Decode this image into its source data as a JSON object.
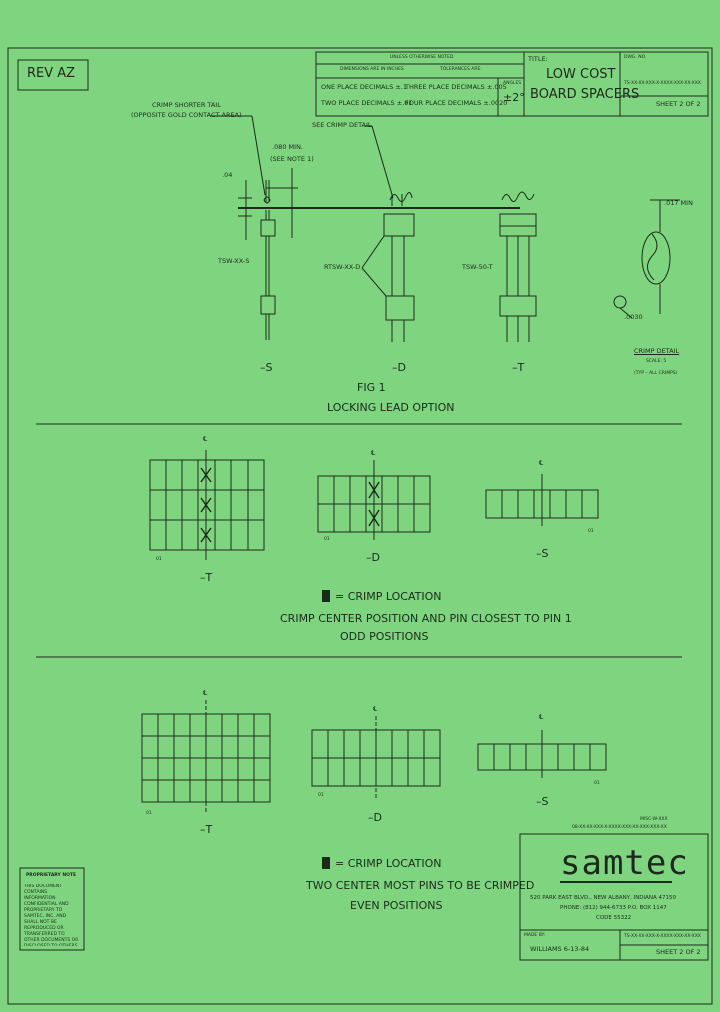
{
  "title_block": {
    "rev": "REV AZ",
    "tolerance_header": "UNLESS OTHERWISE NOTED",
    "dimensions_label": "DIMENSIONS ARE IN INCHES",
    "tolerances_label": "TOLERANCES ARE:",
    "one_place": "ONE PLACE DECIMALS ±.1",
    "two_place": "TWO PLACE DECIMALS ±.01",
    "three_place": "THREE PLACE DECIMALS ±.005",
    "four_place": "FOUR PLACE DECIMALS ±.0020",
    "angles_label": "ANGLES",
    "angles_value": "±2°",
    "title_label": "TITLE:",
    "title_line1": "LOW COST",
    "title_line2": "BOARD SPACERS",
    "dwg_label": "DWG. NO.",
    "dwg_no": "TS-XX-XX-XXX-X-XXXX-XXX-XX-XXX",
    "sheet_top": "SHEET 2 OF 2"
  },
  "fig1": {
    "crimp_shorter_tail": "CRIMP SHORTER TAIL",
    "opposite_gold": "(OPPOSITE GOLD CONTACT AREA)",
    "see_crimp_detail": "SEE CRIMP DETAIL",
    "dim_080": ".080 MIN.",
    "see_note": "(SEE NOTE 1)",
    "dim_04": ".04",
    "label_s_part": "TSW-XX-S",
    "label_d_part": "RTSW-XX-D",
    "label_t_part": "TSW-50-T",
    "view_s": "–S",
    "view_d": "–D",
    "view_t": "–T",
    "fig_title": "FIG 1",
    "fig_subtitle": "LOCKING LEAD OPTION",
    "dim_017": ".017 MIN",
    "dim_0030": ".0030",
    "crimp_detail": "CRIMP DETAIL",
    "scale": "SCALE: 5",
    "typ_all": "(TYP – ALL CRIMPS)"
  },
  "odd_section": {
    "cl": "℄",
    "pin1_t": "01",
    "pin1_d": "01",
    "pin1_s": "01",
    "label_t": "–T",
    "label_d": "–D",
    "label_s": "–S",
    "key": "= CRIMP LOCATION",
    "line1": "CRIMP CENTER POSITION AND PIN CLOSEST TO PIN 1",
    "line2": "ODD POSITIONS"
  },
  "even_section": {
    "cl": "℄",
    "pin1_t": "01",
    "pin1_d": "01",
    "pin1_s": "01",
    "label_t": "–T",
    "label_d": "–D",
    "label_s": "–S",
    "key": "= CRIMP LOCATION",
    "line1": "TWO CENTER MOST PINS TO BE CRIMPED",
    "line2": "EVEN POSITIONS"
  },
  "proprietary": {
    "heading": "PROPRIETARY NOTE",
    "body": "THIS DOCUMENT CONTAINS INFORMATION CONFIDENTIAL AND PROPRIETARY TO SAMTEC, INC. AND SHALL NOT BE REPRODUCED OR TRANSFERRED TO OTHER DOCUMENTS OR DISCLOSED TO OTHERS OR USED FOR MANUFACTURING OR ANY OTHER PURPOSE WITHOUT PRIOR WRITTEN PERMISSION OF SAMTEC, INCORPORATED."
  },
  "company": {
    "misc_no": "MISC-W-XXX",
    "misc_detail": "08-XX-XX-XXX-X-XXXX-XXX-XX-XXX-XXX-XX",
    "logo": "samtec",
    "address": "520 PARK EAST BLVD., NEW ALBANY, INDIANA 47150",
    "phone": "PHONE: (812) 944-6733   P.O. BOX 1147",
    "code": "CODE 55322",
    "made_by_label": "MADE BY:",
    "made_by": "WILLIAMS  6-13-84",
    "dwg_bottom": "TS-XX-XX-XXX-X-XXXX-XXX-XX-XXX",
    "sheet_bottom": "SHEET 2 OF 2"
  }
}
